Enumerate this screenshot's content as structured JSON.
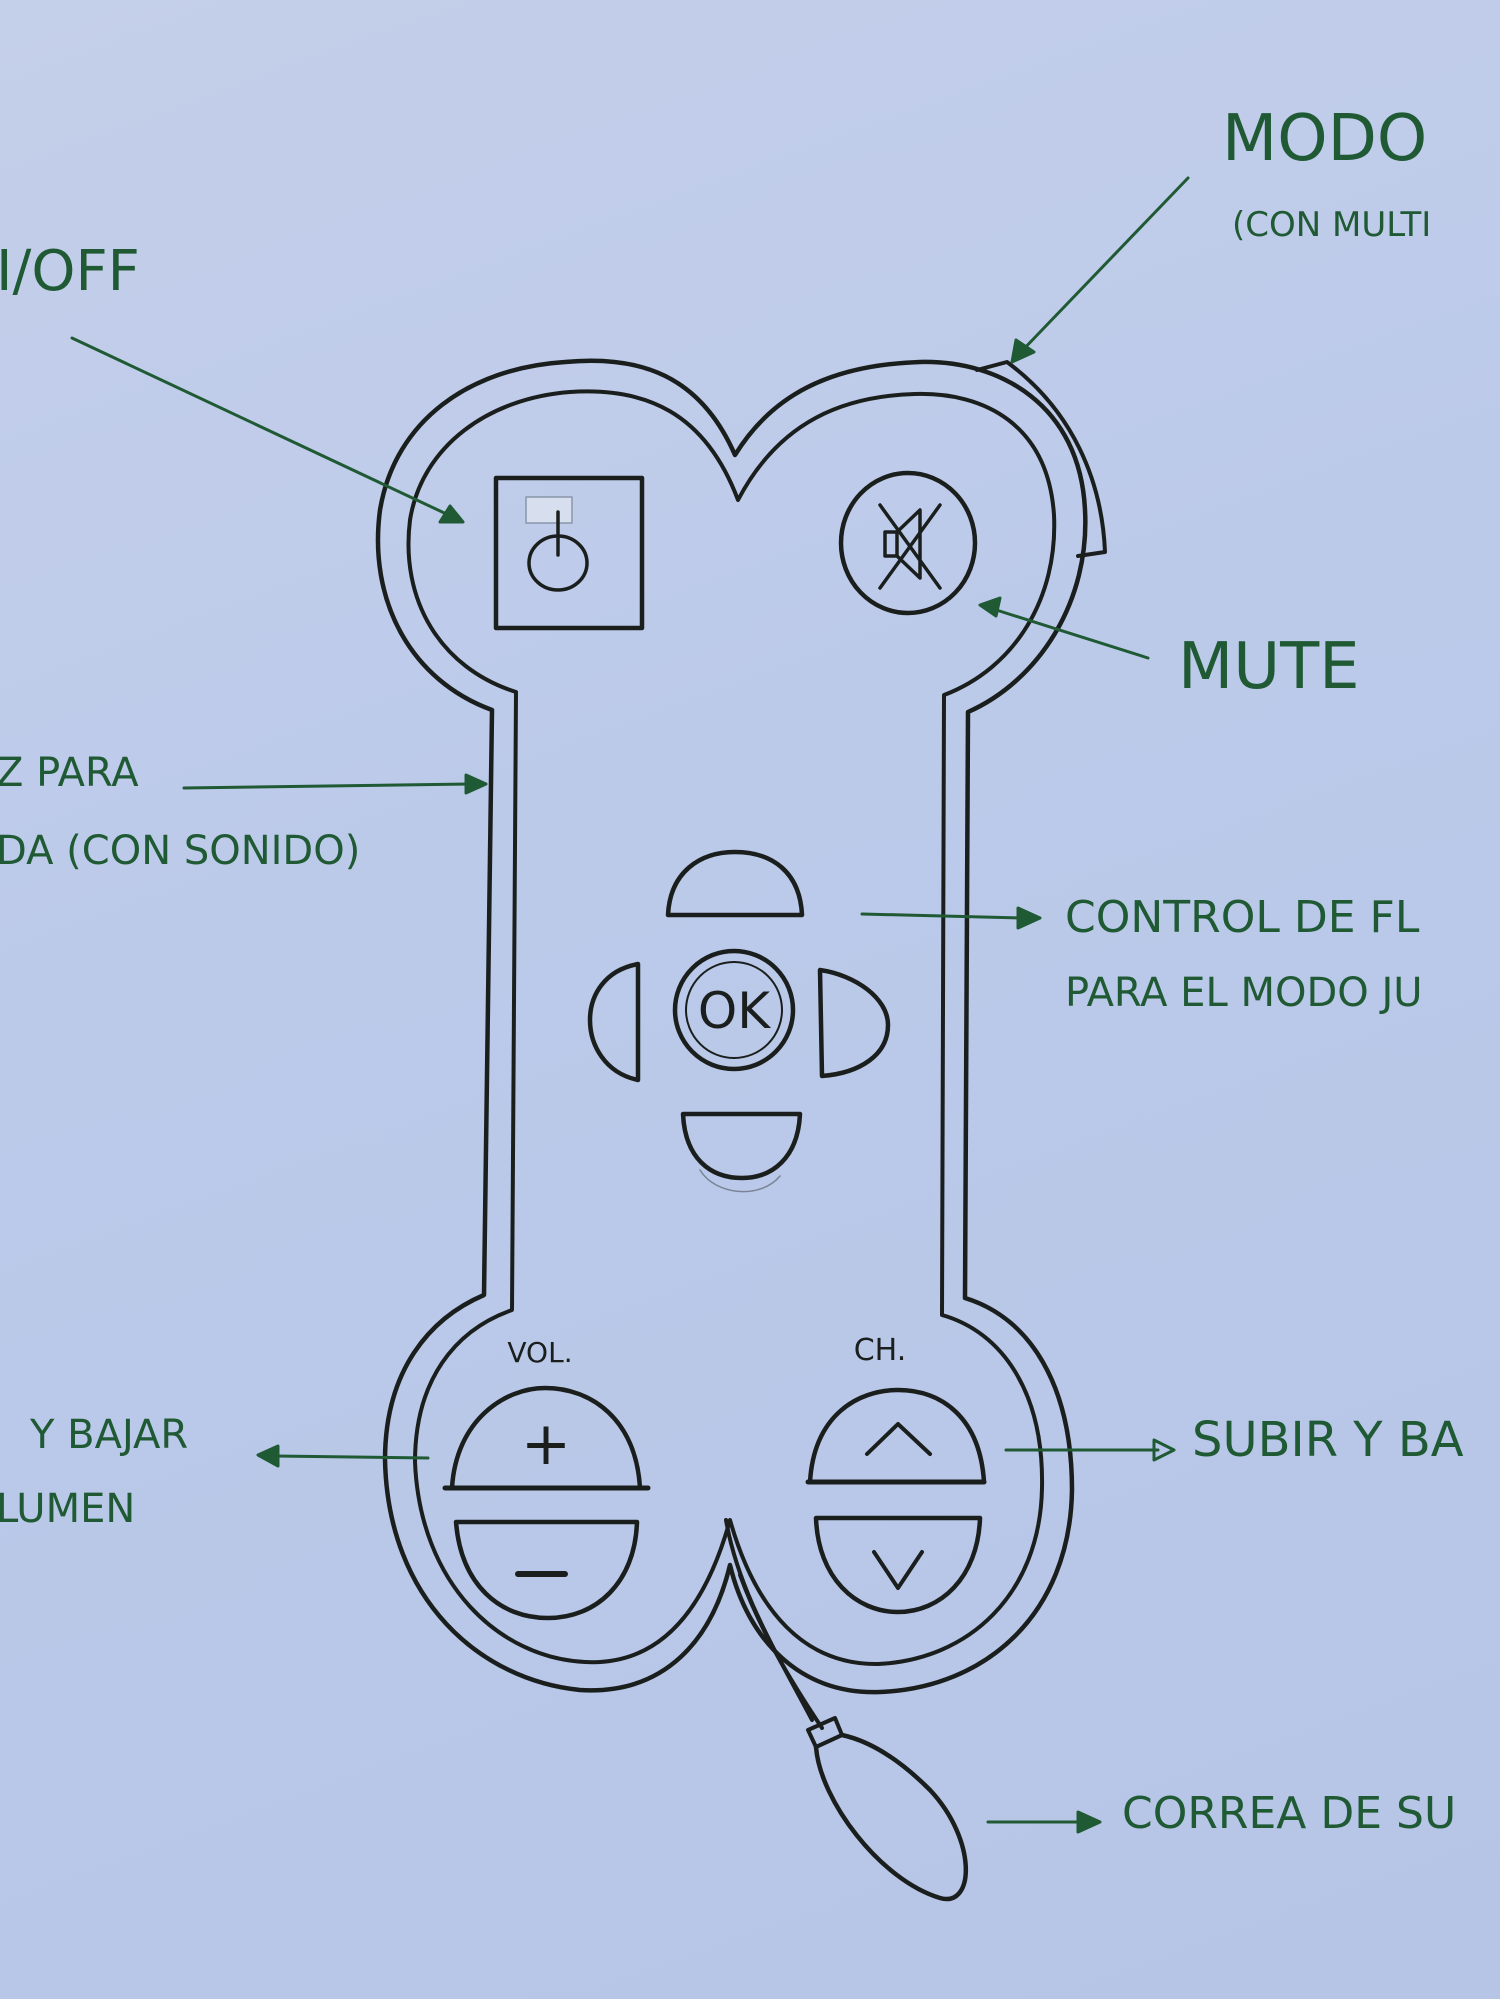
{
  "diagram": {
    "device_labels": {
      "power": "",
      "mute": "",
      "ok": "OK",
      "volume": "VOL.",
      "volume_up": "+",
      "volume_down": "−",
      "channel": "CH.",
      "channel_up": "^",
      "channel_down": "v"
    },
    "annotations": {
      "modo_title": "MODO",
      "modo_sub": "(CON MULTI",
      "on_off": "I/OFF",
      "mute": "MUTE",
      "luz_line1": "Z PARA",
      "luz_line2": "DA (CON SONIDO)",
      "control_line1": "CONTROL DE FL",
      "control_line2": "PARA EL MODO JU",
      "vol_line1": "Y BAJAR",
      "vol_line2": "LUMEN",
      "ch_line1": "SUBIR Y BA",
      "correa": "CORREA DE SU"
    },
    "colors": {
      "paper": "#bccaea",
      "ink_device": "#1a1f1d",
      "ink_annotation": "#1f5a34"
    }
  }
}
